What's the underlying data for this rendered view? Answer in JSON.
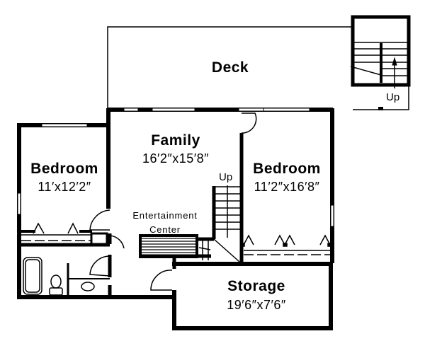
{
  "plan": {
    "rooms": {
      "deck": {
        "name": "Deck"
      },
      "family": {
        "name": "Family",
        "dimensions": "16′2″x15′8″"
      },
      "bedroom_left": {
        "name": "Bedroom",
        "dimensions": "11′x12′2″"
      },
      "bedroom_right": {
        "name": "Bedroom",
        "dimensions": "11′2″x16′8″"
      },
      "storage": {
        "name": "Storage",
        "dimensions": "19′6″x7′6″"
      }
    },
    "features": {
      "entertainment_center": {
        "line1": "Entertainment",
        "line2": "Center"
      },
      "stair_interior_label": "Up",
      "stair_deck_label": "Up"
    },
    "colors": {
      "line": "#000000",
      "background": "#ffffff"
    }
  }
}
